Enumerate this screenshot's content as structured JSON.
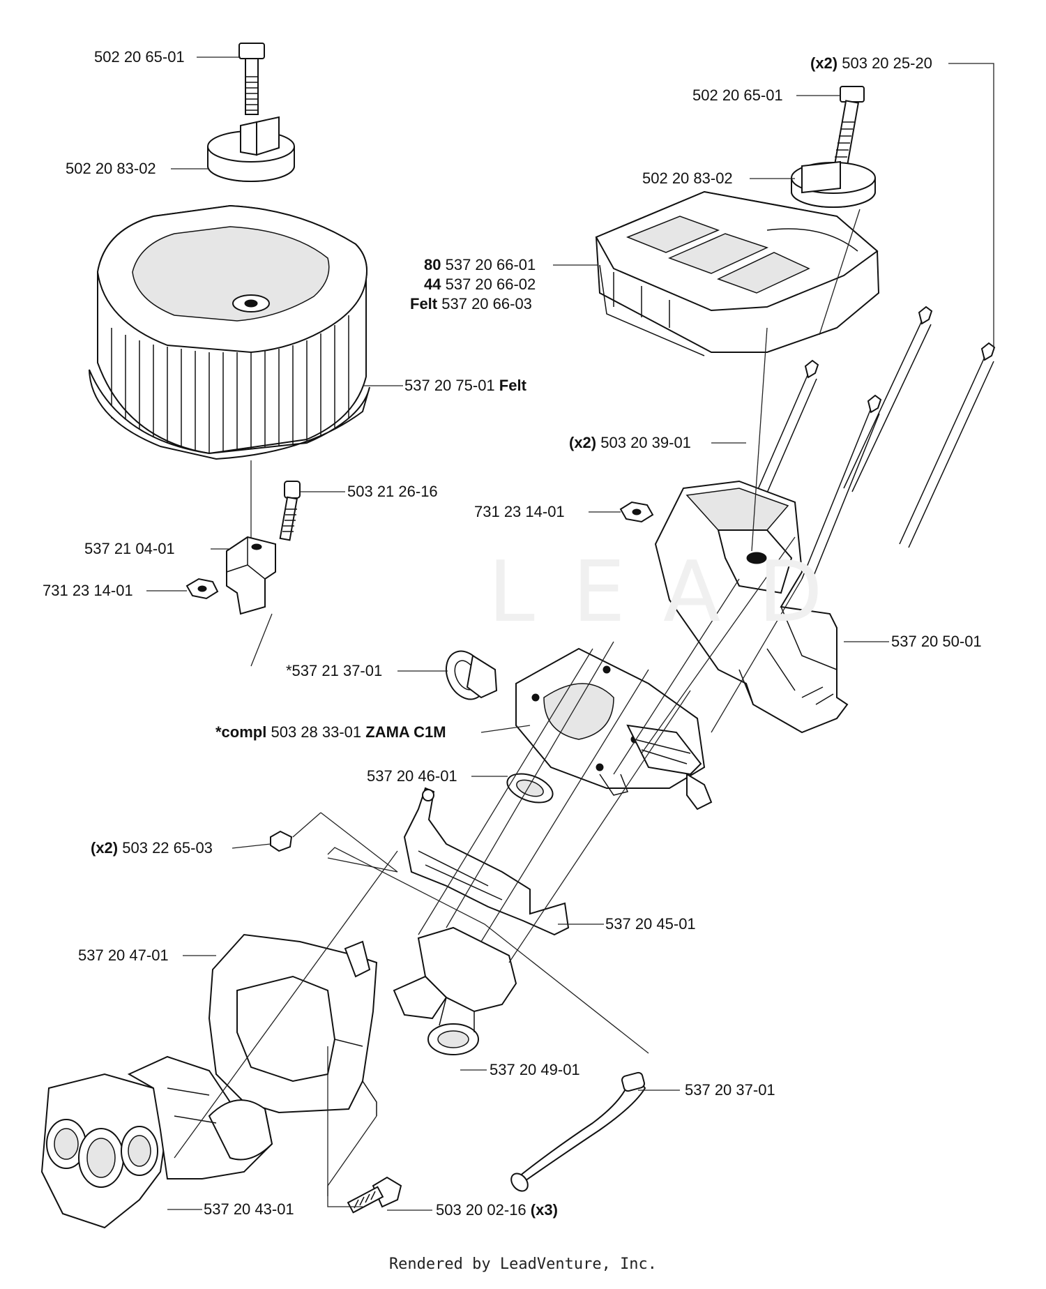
{
  "labels": {
    "l1": {
      "pre": "",
      "num": "502 20 65-01",
      "post": ""
    },
    "l2": {
      "pre": "",
      "num": "502 20 83-02",
      "post": ""
    },
    "l3": {
      "pre": "",
      "num": "537 20 75-01",
      "post": "Felt"
    },
    "l4": {
      "pre": "",
      "num": "503 21 26-16",
      "post": ""
    },
    "l5": {
      "pre": "",
      "num": "537 21 04-01",
      "post": ""
    },
    "l6": {
      "pre": "",
      "num": "731 23 14-01",
      "post": ""
    },
    "l7": {
      "pre": "(x2)",
      "num": "503 20 25-20",
      "post": ""
    },
    "l8": {
      "pre": "",
      "num": "502 20 65-01",
      "post": ""
    },
    "l9": {
      "pre": "",
      "num": "502 20 83-02",
      "post": ""
    },
    "l10": {
      "pre": "80",
      "num": "537 20 66-01",
      "post": ""
    },
    "l11": {
      "pre": "44",
      "num": "537 20 66-02",
      "post": ""
    },
    "l12": {
      "pre": "Felt",
      "num": "537 20 66-03",
      "post": ""
    },
    "l13": {
      "pre": "(x2)",
      "num": "503 20 39-01",
      "post": ""
    },
    "l14": {
      "pre": "",
      "num": "731 23 14-01",
      "post": ""
    },
    "l15": {
      "pre": "",
      "num": "537 20 50-01",
      "post": ""
    },
    "l16": {
      "pre": "",
      "num": "*537 21 37-01",
      "post": ""
    },
    "l17": {
      "pre": "*compl",
      "num": "503 28 33-01",
      "post": "ZAMA C1M"
    },
    "l18": {
      "pre": "",
      "num": "537 20 46-01",
      "post": ""
    },
    "l19": {
      "pre": "(x2)",
      "num": "503 22 65-03",
      "post": ""
    },
    "l20": {
      "pre": "",
      "num": "537 20 45-01",
      "post": ""
    },
    "l21": {
      "pre": "",
      "num": "537 20 47-01",
      "post": ""
    },
    "l22": {
      "pre": "",
      "num": "537 20 49-01",
      "post": ""
    },
    "l23": {
      "pre": "",
      "num": "537 20 37-01",
      "post": ""
    },
    "l24": {
      "pre": "",
      "num": "537 20 43-01",
      "post": ""
    },
    "l25": {
      "pre": "",
      "num": "503 20 02-16",
      "post": "(x3)"
    }
  },
  "footer": "Rendered by LeadVenture, Inc."
}
